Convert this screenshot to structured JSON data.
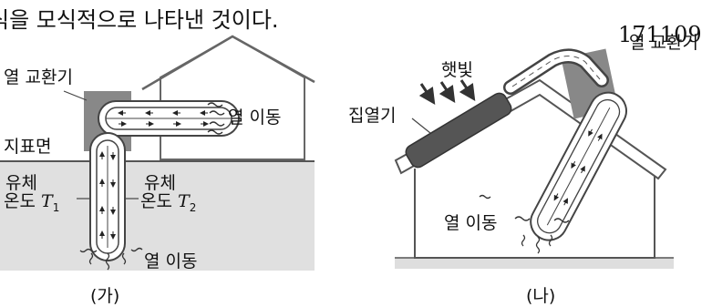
{
  "header_text": "식을 모식적으로 나타낸 것이다.",
  "problem_code": "171109",
  "panel_a": {
    "heat_exchanger": "열 교환기",
    "heat_move_up": "열 이동",
    "ground": "지표면",
    "fluid_left_1": "유체",
    "fluid_left_2": "온도",
    "fluid_left_sym": "T",
    "fluid_left_sub": "1",
    "fluid_right_1": "유체",
    "fluid_right_2": "온도",
    "fluid_right_sym": "T",
    "fluid_right_sub": "2",
    "heat_move_down": "열 이동",
    "caption": "(가)"
  },
  "panel_b": {
    "heat_exchanger": "열 교환기",
    "sunlight": "햇빛",
    "collector": "집열기",
    "heat_move": "열 이동",
    "caption": "(나)"
  }
}
